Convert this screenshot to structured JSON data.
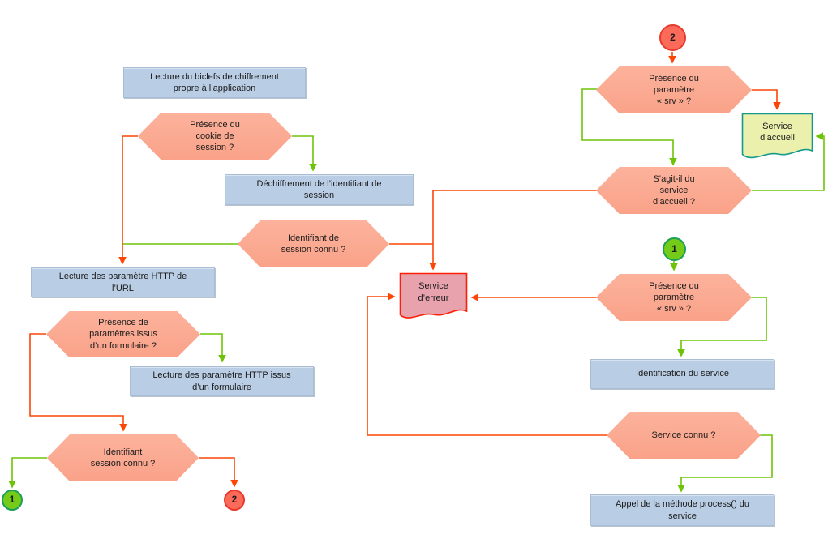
{
  "diagram_type": "flowchart",
  "language": "fr",
  "colors": {
    "process_fill": "#b9cde4",
    "decision_fill": "#faa78f",
    "yes_branch_arrow": "#6ec309",
    "no_branch_arrow": "#fc4606",
    "connector_1_fill": "#74cc18",
    "connector_2_fill": "#fc6a5a",
    "error_document_fill": "#e7a2ae",
    "error_document_border": "#fb2005",
    "accueil_document_fill": "#ebf0ad",
    "accueil_document_border": "#14998c"
  },
  "nodes": {
    "lecture_biclefs": {
      "type": "process",
      "label": "Lecture du biclefs de chiffrement\npropre à l’application"
    },
    "presence_cookie": {
      "type": "decision",
      "label": "Présence du\ncookie de\nsession ?"
    },
    "dechiffrement": {
      "type": "process",
      "label": "Déchiffrement de l’identifiant de\nsession"
    },
    "identifiant_session_connu": {
      "type": "decision",
      "label": "Identifiant de\nsession connu ?"
    },
    "lecture_params_url": {
      "type": "process",
      "label": "Lecture des paramètre HTTP de\nl’URL"
    },
    "presence_params_formulaire": {
      "type": "decision",
      "label": "Présence de\nparamètres issus\nd’un formulaire ?"
    },
    "lecture_params_formulaire": {
      "type": "process",
      "label": "Lecture des paramètre HTTP issus\nd’un formulaire"
    },
    "identifiant_session_connu_2": {
      "type": "decision",
      "label": "Identifiant\nsession connu ?"
    },
    "connector_1_left": {
      "type": "connector",
      "label": "1"
    },
    "connector_2_left": {
      "type": "connector",
      "label": "2"
    },
    "service_erreur": {
      "type": "document",
      "label": "Service\nd’erreur"
    },
    "connector_2_top": {
      "type": "connector",
      "label": "2"
    },
    "presence_srv_haut": {
      "type": "decision",
      "label": "Présence du\nparamètre\n« srv » ?"
    },
    "service_accueil": {
      "type": "document",
      "label": "Service\nd’accueil"
    },
    "sagit_service_accueil": {
      "type": "decision",
      "label": "S’agit-il du\nservice\nd’accueil ?"
    },
    "connector_1_right": {
      "type": "connector",
      "label": "1"
    },
    "presence_srv_bas": {
      "type": "decision",
      "label": "Présence du\nparamètre\n« srv » ?"
    },
    "identification_service": {
      "type": "process",
      "label": "Identification du service"
    },
    "service_connu": {
      "type": "decision",
      "label": "Service connu ?"
    },
    "appel_process": {
      "type": "process",
      "label": "Appel de la méthode process() du\nservice"
    }
  }
}
